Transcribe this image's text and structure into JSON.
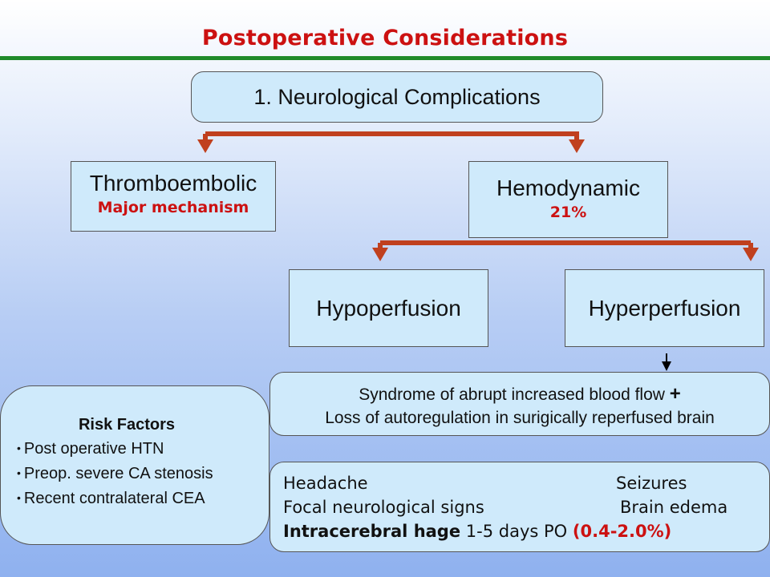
{
  "slide": {
    "title": "Postoperative Considerations"
  },
  "diagram": {
    "root": "1. Neurological Complications",
    "thromboembolic": {
      "label": "Thromboembolic",
      "note": "Major mechanism"
    },
    "hemodynamic": {
      "label": "Hemodynamic",
      "note": "21%"
    },
    "hypoperfusion": "Hypoperfusion",
    "hyperperfusion": "Hyperperfusion",
    "syndrome": {
      "line1": "Syndrome of abrupt increased blood flow",
      "plus": "+",
      "line2": "Loss of autoregulation in surigically reperfused brain"
    },
    "symptoms": {
      "headache": "Headache",
      "seizures": "Seizures",
      "focal": "Focal neurological signs",
      "edema": "Brain edema",
      "ich_label": "Intracerebral hage",
      "ich_timing": "1-5 days PO",
      "ich_rate": "(0.4-2.0%)"
    },
    "risk_factors": {
      "heading": "Risk Factors",
      "items": [
        "Post operative HTN",
        "Preop. severe CA stenosis",
        "Recent contralateral CEA"
      ]
    }
  },
  "colors": {
    "title": "#cc1111",
    "rule": "#1f8a2a",
    "connector": "#c0401e",
    "box_fill": "#cfeafb",
    "highlight": "#cc1111"
  }
}
